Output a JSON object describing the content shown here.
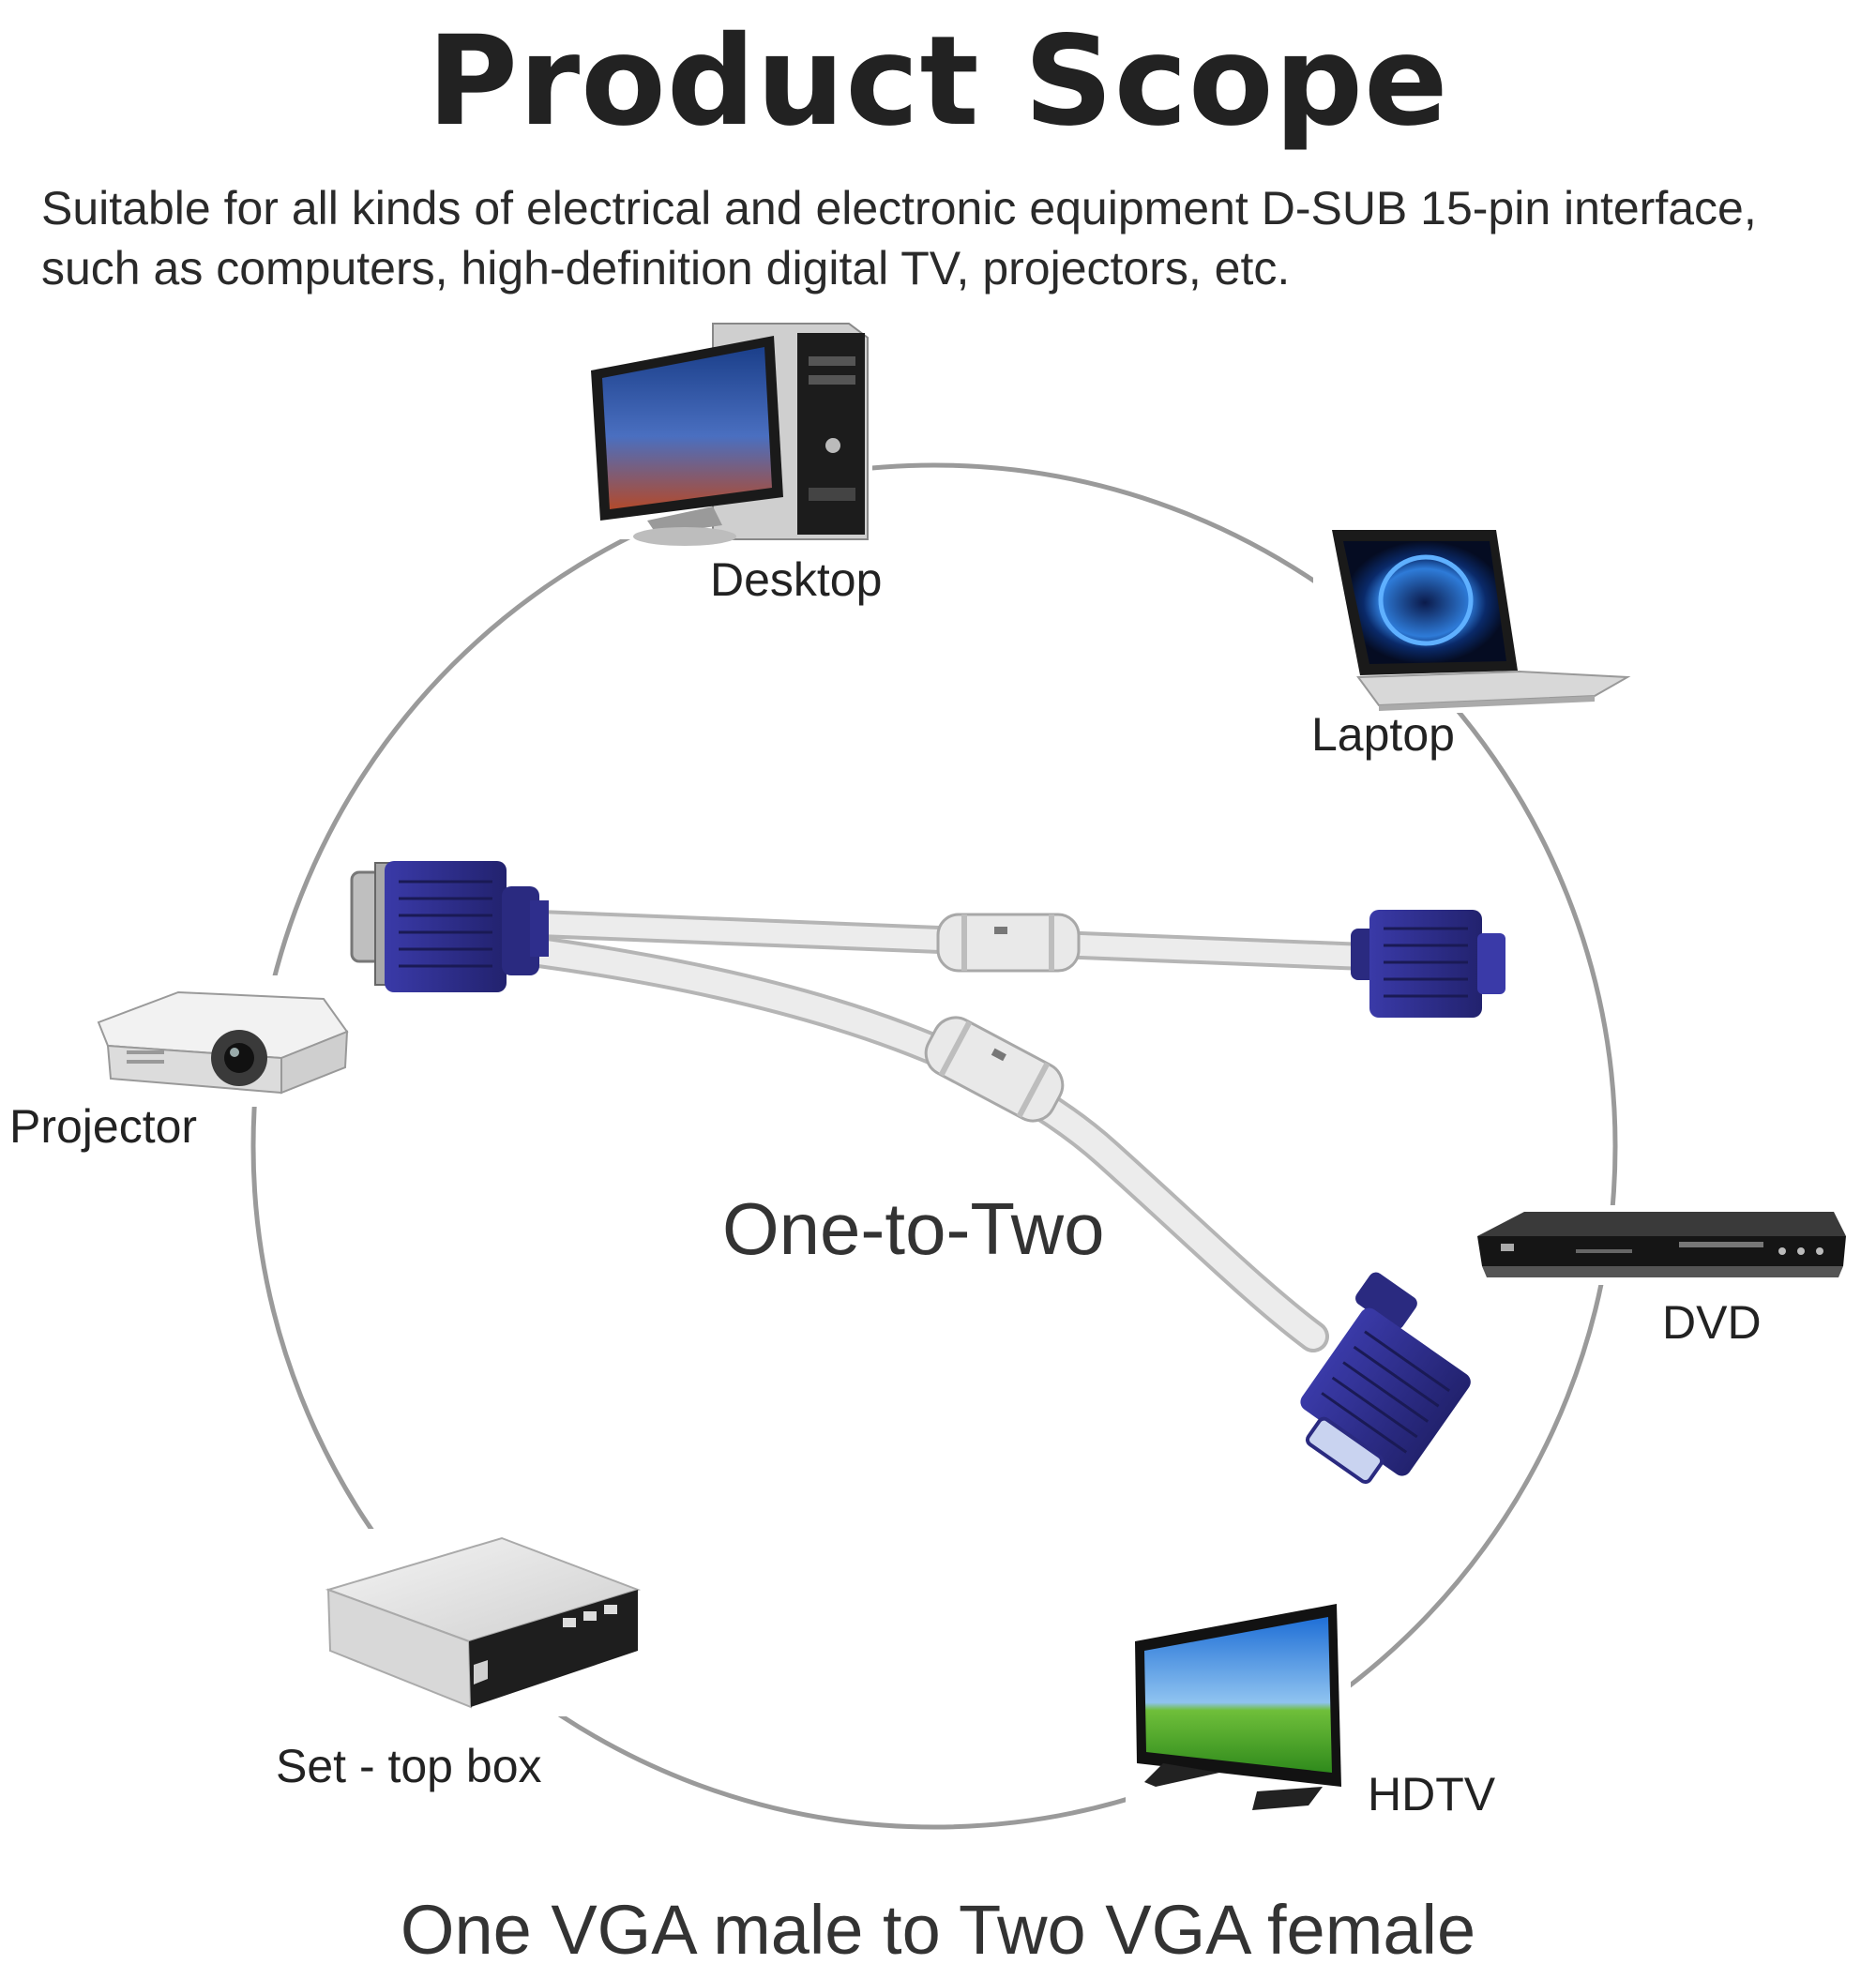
{
  "title": "Product Scope",
  "description": {
    "line1": "Suitable for all kinds of electrical and electronic equipment D-SUB 15-pin interface,",
    "line2": "such as computers, high-definition digital TV, projectors, etc."
  },
  "devices": {
    "desktop": {
      "label": "Desktop",
      "icon": "desktop-computer-icon"
    },
    "laptop": {
      "label": "Laptop",
      "icon": "laptop-icon"
    },
    "projector": {
      "label": "Projector",
      "icon": "projector-icon"
    },
    "dvd": {
      "label": "DVD",
      "icon": "dvd-player-icon"
    },
    "settop": {
      "label": "Set - top box",
      "icon": "set-top-box-icon"
    },
    "hdtv": {
      "label": "HDTV",
      "icon": "hdtv-icon"
    }
  },
  "center_label": "One-to-Two",
  "caption": "One VGA male to Two VGA female",
  "colors": {
    "connector": "#2e2e8c",
    "cable": "#e6e6e6",
    "circle": "#9a9a9a"
  }
}
